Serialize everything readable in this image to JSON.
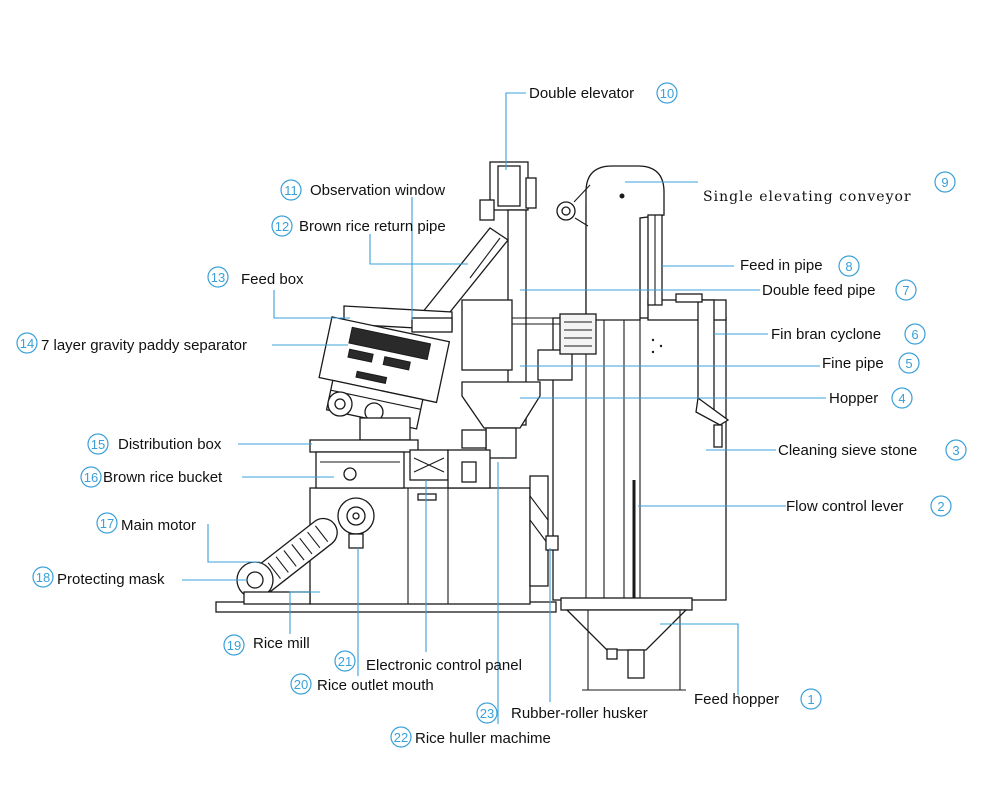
{
  "components": [
    {
      "num": "1",
      "label": "Feed hopper"
    },
    {
      "num": "2",
      "label": "Flow control lever"
    },
    {
      "num": "3",
      "label": "Cleaning sieve stone"
    },
    {
      "num": "4",
      "label": "Hopper"
    },
    {
      "num": "5",
      "label": "Fine pipe"
    },
    {
      "num": "6",
      "label": "Fin bran cyclone"
    },
    {
      "num": "7",
      "label": "Double feed pipe"
    },
    {
      "num": "8",
      "label": "Feed in pipe"
    },
    {
      "num": "9",
      "label": "Single elevating conveyor"
    },
    {
      "num": "10",
      "label": "Double elevator"
    },
    {
      "num": "11",
      "label": "Observation window"
    },
    {
      "num": "12",
      "label": "Brown rice return pipe"
    },
    {
      "num": "13",
      "label": "Feed box"
    },
    {
      "num": "14",
      "label": "7 layer gravity paddy separator"
    },
    {
      "num": "15",
      "label": "Distribution box"
    },
    {
      "num": "16",
      "label": "Brown rice bucket"
    },
    {
      "num": "17",
      "label": "Main motor"
    },
    {
      "num": "18",
      "label": "Protecting mask"
    },
    {
      "num": "19",
      "label": "Rice mill"
    },
    {
      "num": "20",
      "label": "Rice outlet mouth"
    },
    {
      "num": "21",
      "label": "Electronic control panel"
    },
    {
      "num": "22",
      "label": "Rice huller machime"
    },
    {
      "num": "23",
      "label": "Rubber-roller husker"
    }
  ]
}
